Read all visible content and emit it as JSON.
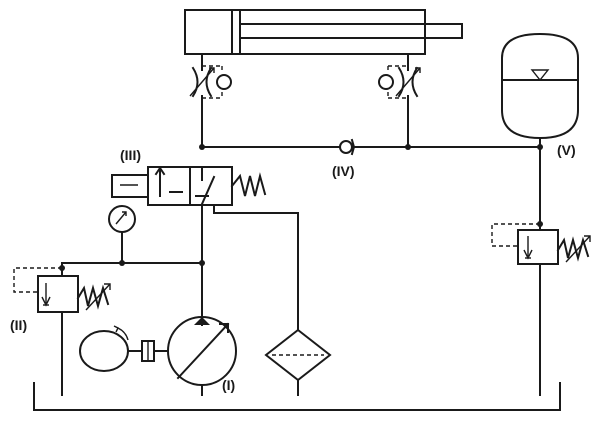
{
  "labels": {
    "pressure_relief_valve": "(II)",
    "directional_valve": "(III)",
    "check_valve": "(IV)",
    "accumulator": "(V)",
    "pump": "(I)"
  }
}
